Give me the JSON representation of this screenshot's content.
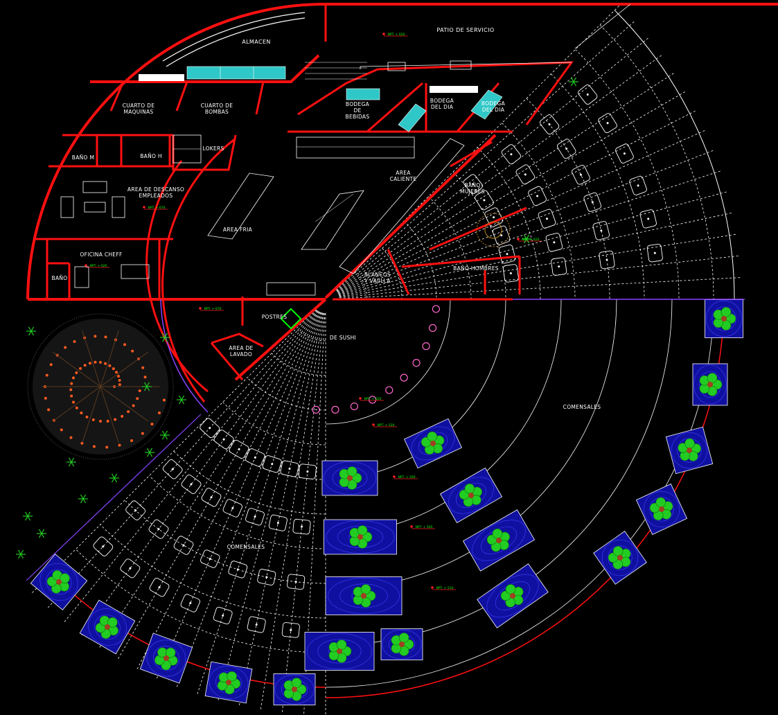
{
  "plan": {
    "rooms": [
      {
        "id": "almacen",
        "lines": [
          "ALMACEN"
        ]
      },
      {
        "id": "patio-servicio",
        "lines": [
          "PATIO DE SERVICIO"
        ]
      },
      {
        "id": "cuarto-maquinas",
        "lines": [
          "CUARTO DE",
          "MAQUINAS"
        ]
      },
      {
        "id": "cuarto-bombas",
        "lines": [
          "CUARTO DE",
          "BOMBAS"
        ]
      },
      {
        "id": "bodega-bebidas",
        "lines": [
          "BODEGA",
          "DE",
          "BEBIDAS"
        ]
      },
      {
        "id": "bodega-dia",
        "lines": [
          "BODEGA",
          "DEL DIA"
        ]
      },
      {
        "id": "bodega-dia-2",
        "lines": [
          "BODEGA",
          "DEL DIA"
        ]
      },
      {
        "id": "bano-m",
        "lines": [
          "BAÑO M"
        ]
      },
      {
        "id": "bano-h",
        "lines": [
          "BAÑO H"
        ]
      },
      {
        "id": "lokers",
        "lines": [
          "LOKERS"
        ]
      },
      {
        "id": "area-caliente",
        "lines": [
          "AREA",
          "CALIENTE"
        ]
      },
      {
        "id": "bano-mujeres",
        "lines": [
          "BAÑO",
          "MUJERES"
        ]
      },
      {
        "id": "area-descanso",
        "lines": [
          "AREA DE DESCANSO",
          "EMPLEADOS"
        ]
      },
      {
        "id": "area-fria",
        "lines": [
          "AREA FRIA"
        ]
      },
      {
        "id": "oficina-cheff",
        "lines": [
          "OFICINA CHEFF"
        ]
      },
      {
        "id": "bano",
        "lines": [
          "BAÑO"
        ]
      },
      {
        "id": "bano-hombres",
        "lines": [
          "BAÑO HOMBRES"
        ]
      },
      {
        "id": "blancos-vajilla",
        "lines": [
          "BLANCOS",
          "Y VAJILLA"
        ]
      },
      {
        "id": "postres",
        "lines": [
          "POSTRES"
        ]
      },
      {
        "id": "barra-sushi",
        "lines": [
          "DE SUSHI"
        ]
      },
      {
        "id": "area-lavado",
        "lines": [
          "AREA DE",
          "LAVADO"
        ]
      },
      {
        "id": "comensales-right",
        "lines": [
          "COMENSALES"
        ]
      },
      {
        "id": "comensales-left",
        "lines": [
          "COMENSALES"
        ]
      }
    ],
    "level_marks": [
      {
        "id": "lvl-patio",
        "text": "NPT. + 620"
      },
      {
        "id": "lvl-descanso",
        "text": "NPT. + 670"
      },
      {
        "id": "lvl-oficina",
        "text": "NPT. + 620"
      },
      {
        "id": "lvl-cocina",
        "text": "NPT. + 670"
      },
      {
        "id": "lvl-bano-m",
        "text": "NPT. + 620"
      },
      {
        "id": "lvl-sushi",
        "text": "NPT. + 620"
      },
      {
        "id": "lvl-rampa-1",
        "text": "NPT. + 520"
      },
      {
        "id": "lvl-rampa-2",
        "text": "NPT. + 500"
      },
      {
        "id": "lvl-rampa-3",
        "text": "NPT. + 505"
      },
      {
        "id": "lvl-rampa-4",
        "text": "NPT. + 510"
      }
    ],
    "colors": {
      "background": "#000000",
      "wall": "#ff1010",
      "linework": "#ffffff",
      "planter": "#1010a0",
      "planter-ring": "#4040ff",
      "plant": "#22cc22",
      "glass": "#2fc7c7",
      "level": "#00ff00",
      "pink": "#ff66cc",
      "boundary": "#8844ff"
    },
    "icons": {
      "tree": "tree-icon",
      "planter": "planter-icon",
      "chair": "chair-icon",
      "table": "table-icon"
    }
  }
}
